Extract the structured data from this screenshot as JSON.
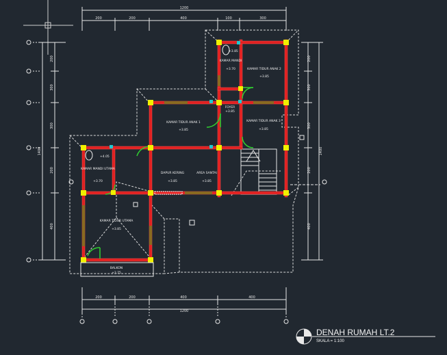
{
  "drawing": {
    "title": "DENAH RUMAH LT.2",
    "scale": "SKALA = 1:100"
  },
  "colors": {
    "background": "#212830",
    "dimension": "#e8e8e8",
    "wall": "#e02020",
    "wall_outline": "#ff5050",
    "column": "#f0f000",
    "door": "#30d030",
    "window": "#20c8d0",
    "roof": "#dcdcdc",
    "frame": "#8a6a20"
  },
  "dimensions": {
    "top_total": "1200",
    "top_segments": [
      "200",
      "200",
      "400",
      "100",
      "300"
    ],
    "bottom_total": "1200",
    "bottom_segments": [
      "200",
      "200",
      "400",
      "400"
    ],
    "left_total": "1400",
    "left_segments": [
      "200",
      "300",
      "300",
      "200",
      "400"
    ],
    "right_total": "1400",
    "right_segments": [
      "200",
      "300",
      "300",
      "200",
      "400"
    ]
  },
  "rooms": [
    {
      "name": "KAMAR MANDI",
      "level": "+3.70"
    },
    {
      "name": "KAMAR TIDUR ANAK 2",
      "level": "+3.85"
    },
    {
      "name": "FOYER",
      "level": "+3.85"
    },
    {
      "name": "KAMAR TIDUR ANAK 1",
      "level": "+3.85"
    },
    {
      "name": "KAMAR TIDUR ANAK 3",
      "level": "+3.85"
    },
    {
      "name": "KAMAR MANDI UTAMA",
      "level": "+3.70"
    },
    {
      "name": "DAPUR KERING",
      "level": "+3.85"
    },
    {
      "name": "AREA SANTAI",
      "level": "+3.85"
    },
    {
      "name": "KAMAR TIDUR UTAMA",
      "level": "+3.85"
    },
    {
      "name": "BALKON",
      "level": "+3.75"
    }
  ],
  "level_markers": [
    "+3.85",
    "+4.05"
  ]
}
